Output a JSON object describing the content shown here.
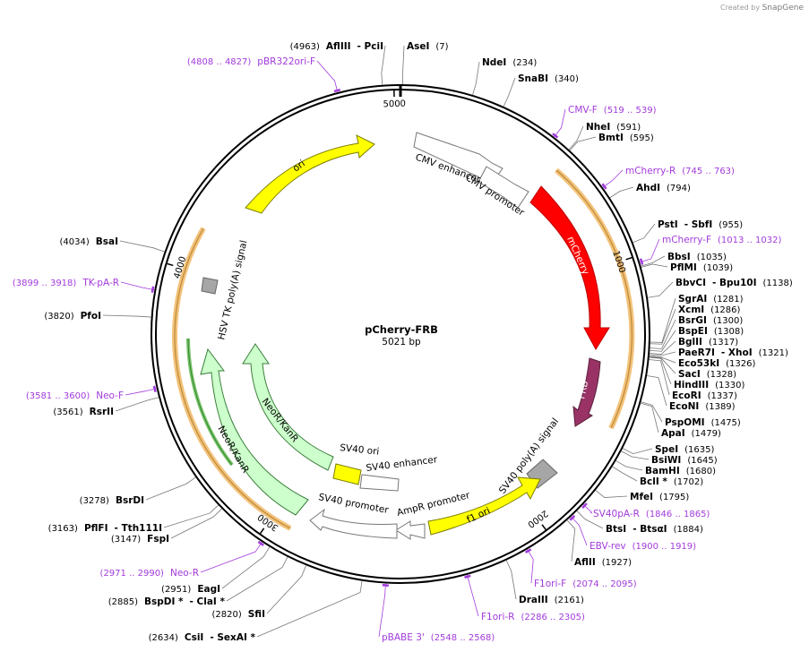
{
  "credit": {
    "created_by": "Created by",
    "app": "SnapGene"
  },
  "plasmid": {
    "name": "pCherry-FRB",
    "length": 5021,
    "length_label": "5021 bp"
  },
  "ticks": [
    {
      "bp": 5000,
      "label": "5000"
    },
    {
      "bp": 1000,
      "label": "1000"
    },
    {
      "bp": 2000,
      "label": "2000"
    },
    {
      "bp": 3000,
      "label": "3000"
    },
    {
      "bp": 4000,
      "label": "4000"
    }
  ],
  "sites": [
    {
      "name": "AflIII",
      "extra": "- PciI",
      "pos": "(4963)",
      "bp": 4963
    },
    {
      "name": "AseI",
      "pos": "(7)",
      "bp": 7
    },
    {
      "name": "NdeI",
      "pos": "(234)",
      "bp": 234
    },
    {
      "name": "SnaBI",
      "pos": "(340)",
      "bp": 340
    },
    {
      "name": "NheI",
      "pos": "(591)",
      "bp": 591
    },
    {
      "name": "BmtI",
      "pos": "(595)",
      "bp": 595
    },
    {
      "name": "AhdI",
      "pos": "(794)",
      "bp": 794
    },
    {
      "name": "PstI",
      "extra": "- SbfI",
      "pos": "(955)",
      "bp": 955
    },
    {
      "name": "BbsI",
      "pos": "(1035)",
      "bp": 1035
    },
    {
      "name": "PflMI",
      "pos": "(1039)",
      "bp": 1039
    },
    {
      "name": "BbvCI",
      "extra": "- Bpu10I",
      "pos": "(1138)",
      "bp": 1138
    },
    {
      "name": "SgrAI",
      "pos": "(1281)",
      "bp": 1281
    },
    {
      "name": "XcmI",
      "pos": "(1286)",
      "bp": 1286
    },
    {
      "name": "BsrGI",
      "pos": "(1300)",
      "bp": 1300
    },
    {
      "name": "BspEI",
      "pos": "(1308)",
      "bp": 1308
    },
    {
      "name": "BglII",
      "pos": "(1317)",
      "bp": 1317
    },
    {
      "name": "PaeR7I",
      "extra": "- XhoI",
      "pos": "(1321)",
      "bp": 1321
    },
    {
      "name": "Eco53kI",
      "pos": "(1326)",
      "bp": 1326
    },
    {
      "name": "SacI",
      "pos": "(1328)",
      "bp": 1328
    },
    {
      "name": "HindIII",
      "pos": "(1330)",
      "bp": 1330
    },
    {
      "name": "EcoRI",
      "pos": "(1337)",
      "bp": 1337
    },
    {
      "name": "EcoNI",
      "pos": "(1389)",
      "bp": 1389
    },
    {
      "name": "PspOMI",
      "pos": "(1475)",
      "bp": 1475
    },
    {
      "name": "ApaI",
      "pos": "(1479)",
      "bp": 1479
    },
    {
      "name": "SpeI",
      "pos": "(1635)",
      "bp": 1635
    },
    {
      "name": "BsiWI",
      "pos": "(1645)",
      "bp": 1645
    },
    {
      "name": "BamHI",
      "pos": "(1680)",
      "bp": 1680
    },
    {
      "name": "BclI *",
      "pos": "(1702)",
      "bp": 1702
    },
    {
      "name": "MfeI",
      "pos": "(1795)",
      "bp": 1795
    },
    {
      "name": "BtsI",
      "extra": "- BtsαI",
      "pos": "(1884)",
      "bp": 1884
    },
    {
      "name": "AflII",
      "pos": "(1927)",
      "bp": 1927
    },
    {
      "name": "DraIII",
      "pos": "(2161)",
      "bp": 2161
    },
    {
      "name": "CsiI",
      "extra": "- SexAI *",
      "pos": "(2634)",
      "bp": 2634
    },
    {
      "name": "SfiI",
      "pos": "(2820)",
      "bp": 2820
    },
    {
      "name": "BspDI *",
      "extra": "- ClaI *",
      "pos": "(2885)",
      "bp": 2885
    },
    {
      "name": "EagI",
      "pos": "(2951)",
      "bp": 2951
    },
    {
      "name": "FspI",
      "pos": "(3147)",
      "bp": 3147
    },
    {
      "name": "PflFI",
      "extra": "- Tth111I",
      "pos": "(3163)",
      "bp": 3163
    },
    {
      "name": "BsrDI",
      "pos": "(3278)",
      "bp": 3278
    },
    {
      "name": "RsrII",
      "pos": "(3561)",
      "bp": 3561
    },
    {
      "name": "PfoI",
      "pos": "(3820)",
      "bp": 3820
    },
    {
      "name": "BsaI",
      "pos": "(4034)",
      "bp": 4034
    }
  ],
  "primers": [
    {
      "name": "pBR322ori-F",
      "range": "(4808 .. 4827)",
      "bp": 4818
    },
    {
      "name": "CMV-F",
      "range": "(519 .. 539)",
      "bp": 529
    },
    {
      "name": "mCherry-R",
      "range": "(745 .. 763)",
      "bp": 754
    },
    {
      "name": "mCherry-F",
      "range": "(1013 .. 1032)",
      "bp": 1022
    },
    {
      "name": "SV40pA-R",
      "range": "(1846 .. 1865)",
      "bp": 1855
    },
    {
      "name": "EBV-rev",
      "range": "(1900 .. 1919)",
      "bp": 1910
    },
    {
      "name": "F1ori-F",
      "range": "(2074 .. 2095)",
      "bp": 2085
    },
    {
      "name": "F1ori-R",
      "range": "(2286 .. 2305)",
      "bp": 2295
    },
    {
      "name": "pBABE 3'",
      "range": "(2548 .. 2568)",
      "bp": 2558
    },
    {
      "name": "Neo-R",
      "range": "(2971 .. 2990)",
      "bp": 2980
    },
    {
      "name": "Neo-F",
      "range": "(3581 .. 3600)",
      "bp": 3590
    },
    {
      "name": "TK-pA-R",
      "range": "(3899 .. 3918)",
      "bp": 3908
    }
  ],
  "features": [
    {
      "name": "CMV enhancer",
      "color": "#ffffff"
    },
    {
      "name": "CMV promoter",
      "color": "#ffffff"
    },
    {
      "name": "mCherry",
      "color": "#ff0000"
    },
    {
      "name": "FRB*",
      "color": "#993366"
    },
    {
      "name": "SV40 poly(A) signal",
      "color": "#a6a6a6"
    },
    {
      "name": "f1 ori",
      "color": "#ffff00"
    },
    {
      "name": "AmpR promoter",
      "color": "#ffffff"
    },
    {
      "name": "SV40 promoter",
      "color": "#ffffff"
    },
    {
      "name": "SV40 enhancer",
      "color": "#ffffff"
    },
    {
      "name": "SV40 ori",
      "color": "#ffff00"
    },
    {
      "name": "NeoR/KanR",
      "color": "#ccffcc"
    },
    {
      "name": "NeoR/KanR",
      "color": "#ccffcc"
    },
    {
      "name": "HSV TK poly(A) signal",
      "color": "#a6a6a6"
    },
    {
      "name": "ori",
      "color": "#ffff00"
    }
  ]
}
